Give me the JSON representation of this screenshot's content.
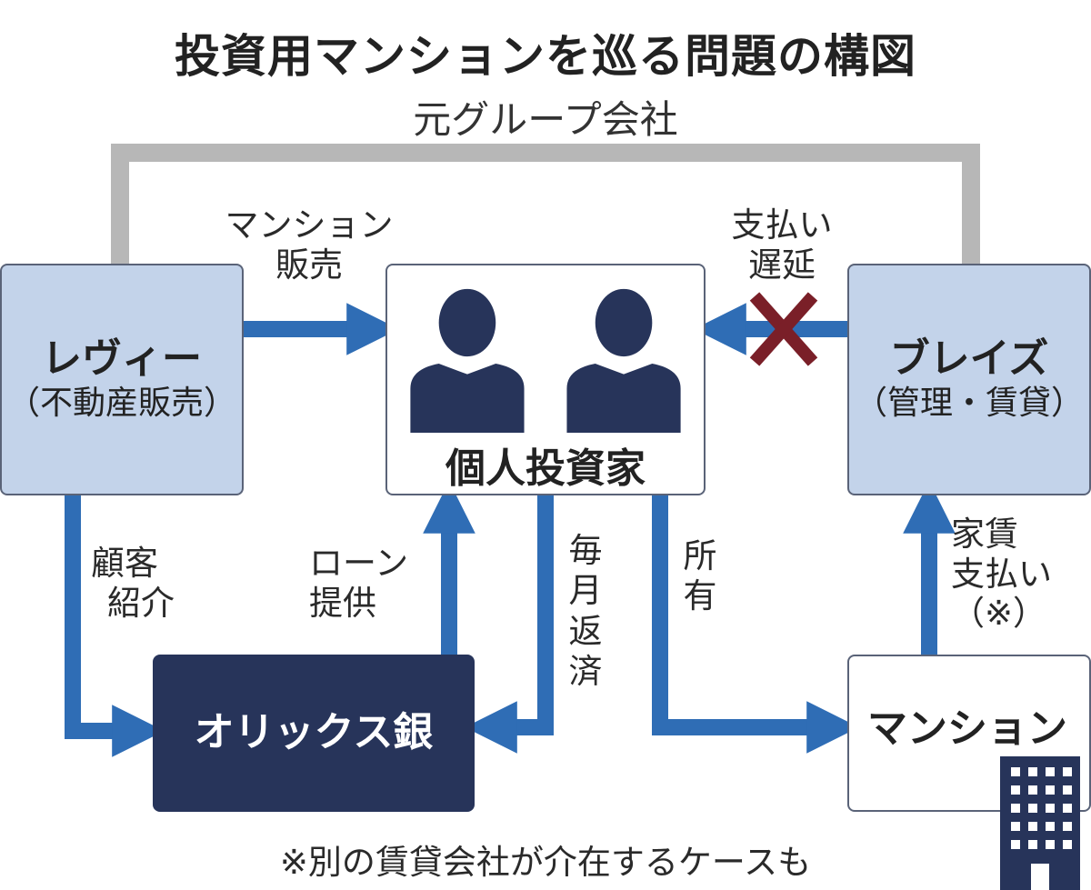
{
  "title": "投資用マンションを巡る問題の構図",
  "group_label": "元グループ会社",
  "nodes": {
    "levy": {
      "name": "レヴィー",
      "sub": "（不動産販売）"
    },
    "blaze": {
      "name": "ブレイズ",
      "sub": "（管理・賃貸）"
    },
    "investor": {
      "name": "個人投資家"
    },
    "orix": {
      "name": "オリックス銀"
    },
    "mansion": {
      "name": "マンション"
    }
  },
  "edges": {
    "sale": [
      "マンション",
      "販売"
    ],
    "payment_delay": [
      "支払い",
      "遅延"
    ],
    "referral": [
      "顧客",
      "紹介"
    ],
    "loan": [
      "ローン",
      "提供"
    ],
    "monthly_repay": [
      "毎",
      "月",
      "返",
      "済"
    ],
    "ownership": [
      "所",
      "有"
    ],
    "rent": [
      "家賃",
      "支払い",
      "（※）"
    ]
  },
  "footnote": "※別の賃貸会社が介在するケースも",
  "colors": {
    "arrow": "#2f6db5",
    "group_line": "#b7b7b7",
    "cross": "#7a1f28",
    "light_box": "#c3d3ea",
    "dark_box": "#27345a",
    "person_icon": "#27345a"
  },
  "icons": {
    "investor": "two-person-silhouettes-icon",
    "mansion": "building-icon",
    "delay_mark": "cross-mark-icon"
  }
}
